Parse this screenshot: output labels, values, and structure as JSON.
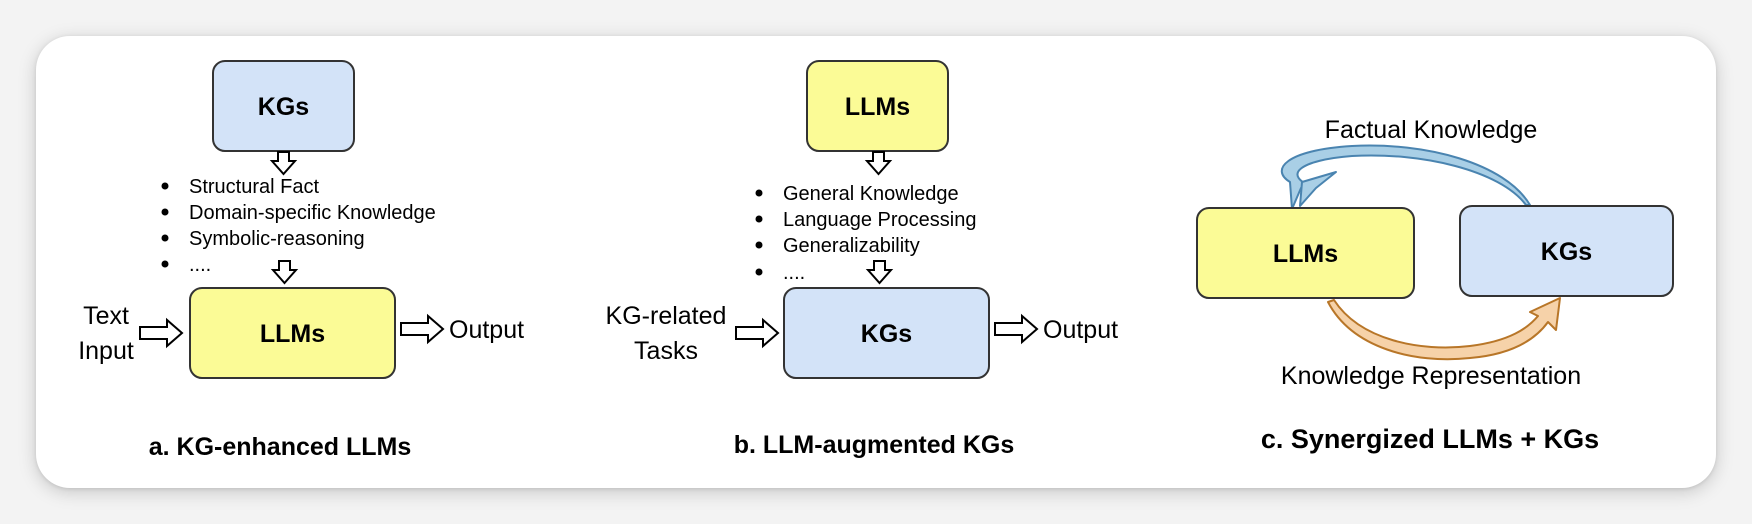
{
  "panel_a": {
    "top_box": "KGs",
    "bullets": [
      "Structural Fact",
      "Domain-specific Knowledge",
      "Symbolic-reasoning",
      "...."
    ],
    "input_line1": "Text",
    "input_line2": "Input",
    "main_box": "LLMs",
    "output": "Output",
    "caption": "a. KG-enhanced LLMs"
  },
  "panel_b": {
    "top_box": "LLMs",
    "bullets": [
      "General Knowledge",
      "Language Processing",
      "Generalizability",
      "...."
    ],
    "input_line1": "KG-related",
    "input_line2": "Tasks",
    "main_box": "KGs",
    "output": "Output",
    "caption": "b. LLM-augmented KGs"
  },
  "panel_c": {
    "top_label": "Factual Knowledge",
    "left_box": "LLMs",
    "right_box": "KGs",
    "bottom_label": "Knowledge Representation",
    "caption": "c. Synergized LLMs + KGs"
  },
  "colors": {
    "kg_fill": "#d3e3f8",
    "llm_fill": "#fbfb96",
    "box_stroke": "#333333",
    "arrow_blue": "#a9cfe6",
    "arrow_blue_stroke": "#4a84b0",
    "arrow_orange": "#f6d2a9",
    "arrow_orange_stroke": "#b87628"
  }
}
